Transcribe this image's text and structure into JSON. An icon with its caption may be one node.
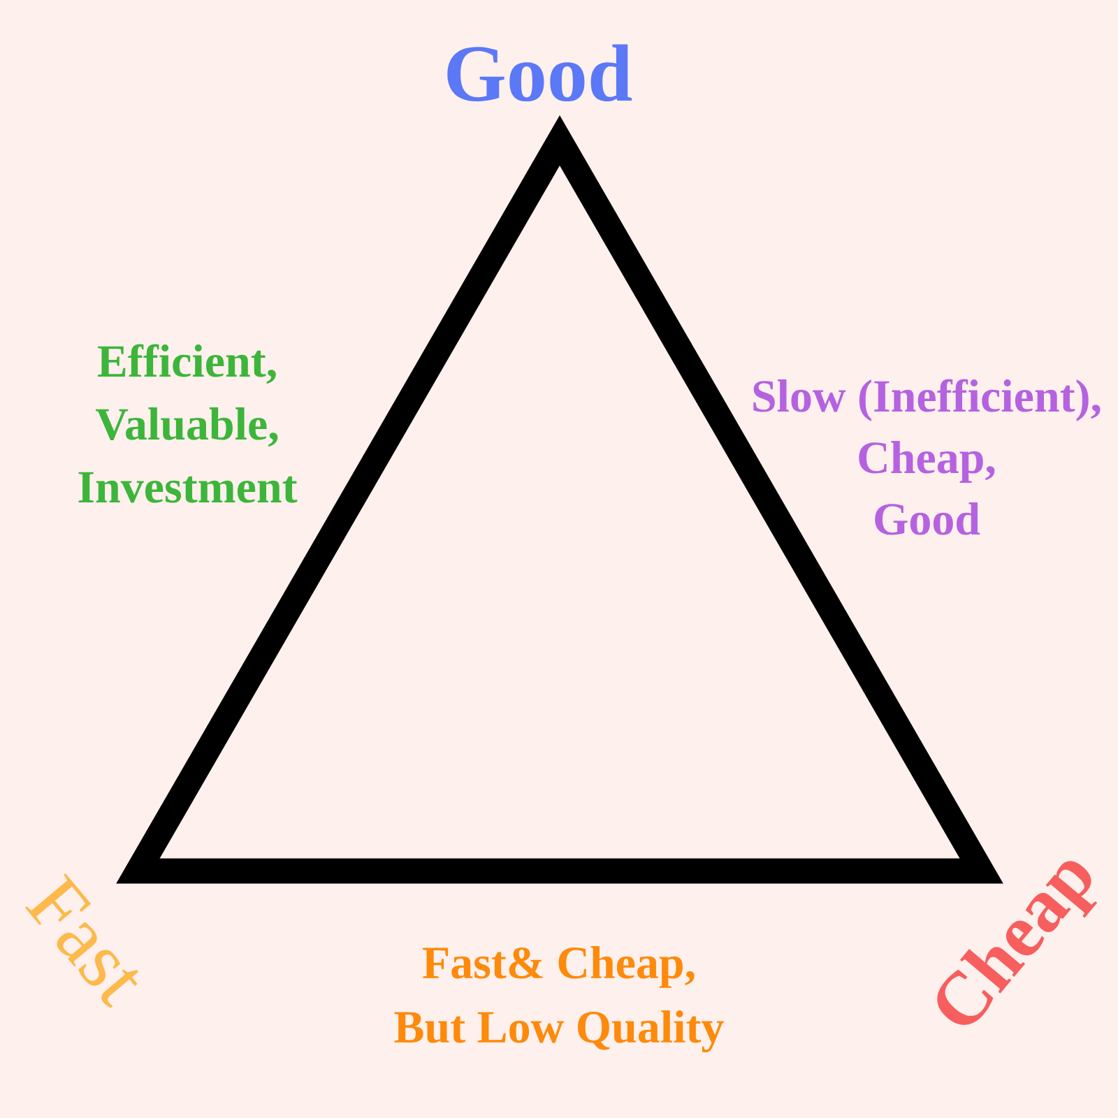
{
  "diagram": {
    "nodes": [
      {
        "text": [],
        "shape": "triangle"
      }
    ],
    "labels": [
      "Good",
      "Efficient, Valuable, Investment",
      "Slow (Inefficient), Cheap, Good",
      "Fast",
      "Fast& Cheap, But Low Quality",
      "Cheap"
    ]
  }
}
